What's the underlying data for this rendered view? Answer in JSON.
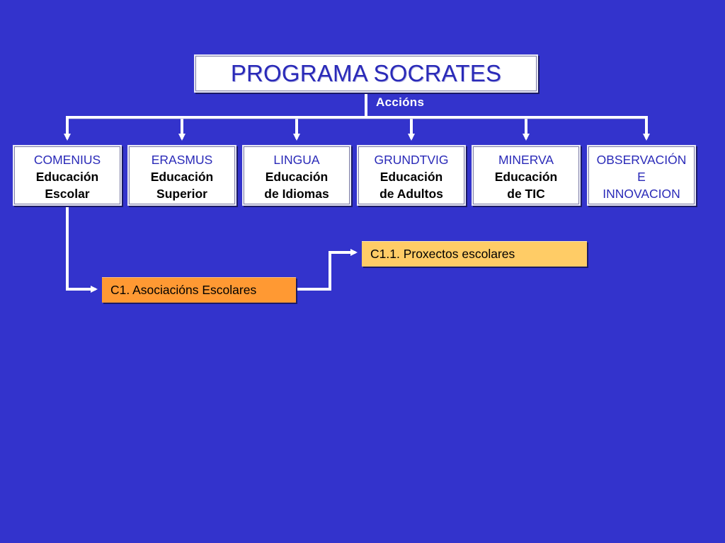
{
  "title": "PROGRAMA SOCRATES",
  "subtitle": "Accións",
  "programs": [
    {
      "name": "COMENIUS",
      "line1": "Educación",
      "line2": "Escolar"
    },
    {
      "name": "ERASMUS",
      "line1": "Educación",
      "line2": "Superior"
    },
    {
      "name": "LINGUA",
      "line1": "Educación",
      "line2": "de Idiomas"
    },
    {
      "name": "GRUNDTVIG",
      "line1": "Educación",
      "line2": "de Adultos"
    },
    {
      "name": "MINERVA",
      "line1": "Educación",
      "line2": "de TIC"
    },
    {
      "name": "OBSERVACIÓN",
      "line1": "E",
      "line2": "INNOVACION"
    }
  ],
  "actions": {
    "c1": "C1. Asociacións Escolares",
    "c11": "C1.1. Proxectos escolares"
  },
  "colors": {
    "background": "#3333cc",
    "title_text": "#2a2ab8",
    "c1_fill": "#ff9933",
    "c11_fill": "#ffcc66",
    "connector": "#ffffff"
  }
}
